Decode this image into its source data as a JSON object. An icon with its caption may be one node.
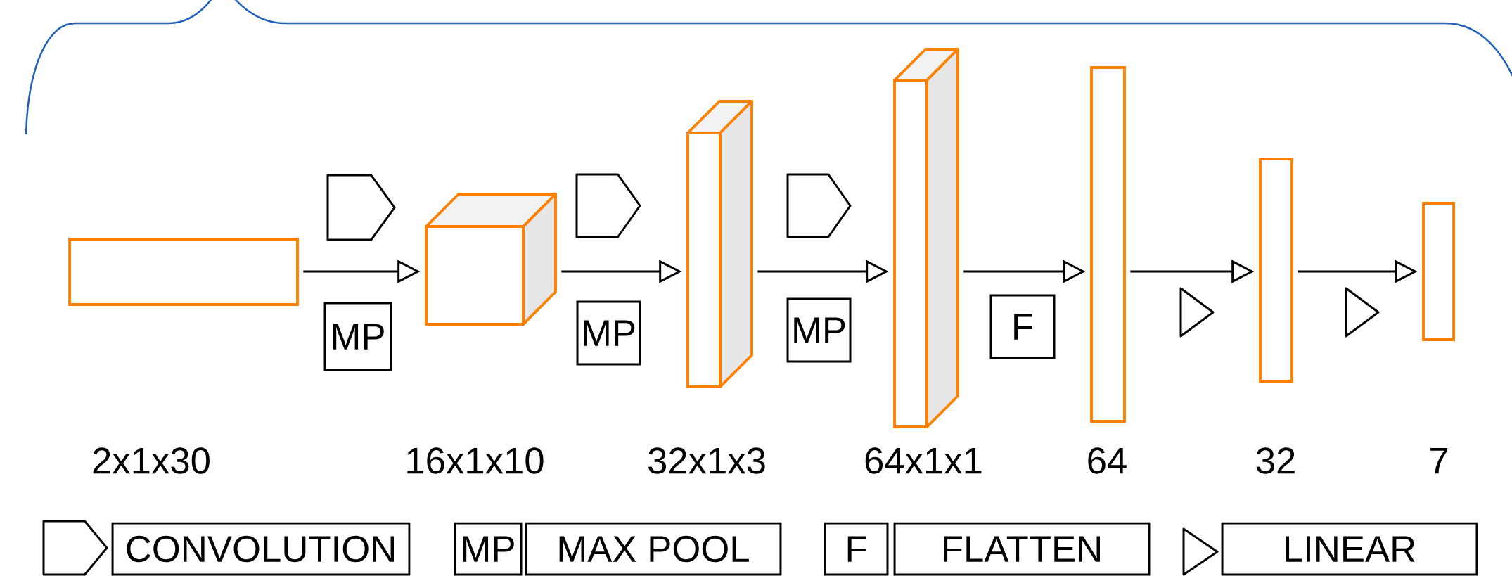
{
  "diagram": {
    "nodes": [
      {
        "text": [],
        "shape": "box",
        "beside": [
          "2x1x30"
        ]
      },
      {
        "text": [],
        "shape": "cuboid",
        "beside": [
          "16x1x10"
        ]
      },
      {
        "text": [],
        "shape": "cuboid",
        "beside": [
          "32x1x3"
        ]
      },
      {
        "text": [],
        "shape": "cuboid",
        "beside": [
          "64x1x1"
        ]
      },
      {
        "text": [],
        "shape": "box",
        "beside": [
          "64"
        ]
      },
      {
        "text": [],
        "shape": "box",
        "beside": [
          "32"
        ]
      },
      {
        "text": [],
        "shape": "box",
        "beside": [
          "7"
        ]
      },
      {
        "text": [],
        "shape": "pentagon"
      },
      {
        "text": [
          "MP"
        ]
      },
      {
        "text": [],
        "shape": "pentagon"
      },
      {
        "text": [
          "MP"
        ]
      },
      {
        "text": [],
        "shape": "pentagon"
      },
      {
        "text": [
          "MP"
        ]
      },
      {
        "text": [
          "F"
        ]
      },
      {
        "text": [],
        "shape": "triangle"
      },
      {
        "text": [],
        "shape": "triangle"
      }
    ],
    "edges": [
      {
        "from": 0,
        "to": 1,
        "arrow": "to"
      },
      {
        "from": 1,
        "to": 2,
        "arrow": "to"
      },
      {
        "from": 2,
        "to": 3,
        "arrow": "to"
      },
      {
        "from": 3,
        "to": 4,
        "arrow": "to"
      },
      {
        "from": 4,
        "to": 5,
        "arrow": "to"
      },
      {
        "from": 5,
        "to": 6,
        "arrow": "to"
      }
    ],
    "labels": [
      "MP",
      "F"
    ],
    "legend": [
      {
        "text": "CONVOLUTION"
      },
      {
        "text": "MAX POOL"
      },
      {
        "text": "FLATTEN"
      },
      {
        "text": "LINEAR"
      }
    ]
  }
}
